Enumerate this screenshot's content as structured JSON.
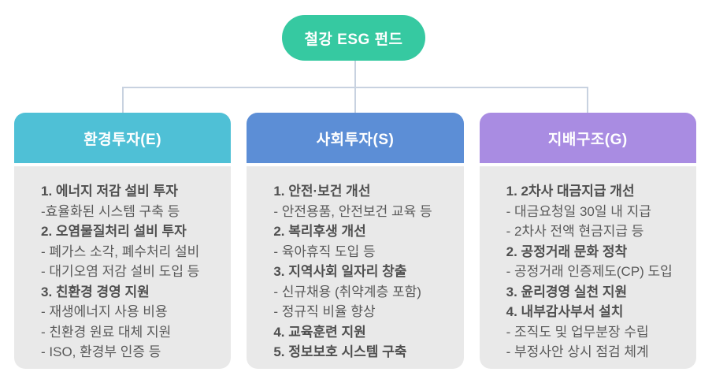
{
  "root": {
    "label": "철강 ESG 펀드"
  },
  "colors": {
    "root_bg": "#36C9A1",
    "connector": "#C8D2E0",
    "body_bg": "#E9E9E9",
    "header_text": "#FFFFFF",
    "body_text": "#595959"
  },
  "columns": [
    {
      "id": "environment",
      "title": "환경투자(E)",
      "header_color": "#4FC0D6",
      "items": [
        {
          "text": "1. 에너지 저감 설비 투자",
          "bold": true
        },
        {
          "text": "-효율화된 시스템 구축 등",
          "bold": false
        },
        {
          "text": "2. 오염물질처리 설비 투자",
          "bold": true
        },
        {
          "text": "- 폐가스 소각, 폐수처리 설비",
          "bold": false
        },
        {
          "text": "- 대기오염 저감 설비 도입 등",
          "bold": false
        },
        {
          "text": "3. 친환경 경영 지원",
          "bold": true
        },
        {
          "text": "- 재생에너지 사용 비용",
          "bold": false
        },
        {
          "text": "- 친환경 원료 대체 지원",
          "bold": false
        },
        {
          "text": "- ISO, 환경부 인증 등",
          "bold": false
        }
      ]
    },
    {
      "id": "social",
      "title": "사회투자(S)",
      "header_color": "#5C8ED6",
      "items": [
        {
          "text": "1. 안전·보건 개선",
          "bold": true
        },
        {
          "text": "- 안전용품, 안전보건 교육 등",
          "bold": false
        },
        {
          "text": "2. 복리후생 개선",
          "bold": true
        },
        {
          "text": "- 육아휴직 도입 등",
          "bold": false
        },
        {
          "text": "3. 지역사회 일자리 창출",
          "bold": true
        },
        {
          "text": "- 신규채용 (취약계층 포함)",
          "bold": false
        },
        {
          "text": "- 정규직 비율 향상",
          "bold": false
        },
        {
          "text": "4. 교육훈련 지원",
          "bold": true
        },
        {
          "text": "5. 정보보호 시스템 구축",
          "bold": true
        }
      ]
    },
    {
      "id": "governance",
      "title": "지배구조(G)",
      "header_color": "#A98CE2",
      "items": [
        {
          "text": "1. 2차사 대금지급 개선",
          "bold": true
        },
        {
          "text": "- 대금요청일 30일 내 지급",
          "bold": false
        },
        {
          "text": "- 2차사 전액 현금지급 등",
          "bold": false
        },
        {
          "text": "2. 공정거래 문화 정착",
          "bold": true
        },
        {
          "text": "- 공정거래 인증제도(CP) 도입",
          "bold": false
        },
        {
          "text": "3. 윤리경영 실천 지원",
          "bold": true
        },
        {
          "text": "4. 내부감사부서 설치",
          "bold": true
        },
        {
          "text": "- 조직도 및 업무분장 수립",
          "bold": false
        },
        {
          "text": "- 부정사안 상시 점검 체계",
          "bold": false
        }
      ]
    }
  ]
}
